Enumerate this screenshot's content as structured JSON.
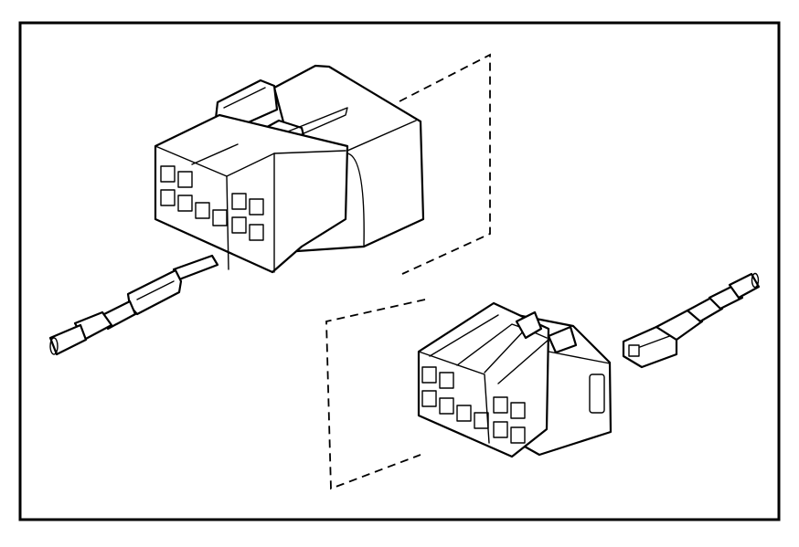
{
  "figure": {
    "frame_color": "#000000",
    "background": "#ffffff",
    "components": [
      {
        "id": "male-connector-housing",
        "icon": "multi-pin-connector-housing"
      },
      {
        "id": "male-terminal",
        "icon": "crimp-pin-terminal"
      },
      {
        "id": "female-connector-housing",
        "icon": "multi-socket-connector-housing"
      },
      {
        "id": "female-terminal",
        "icon": "crimp-socket-terminal"
      }
    ]
  }
}
